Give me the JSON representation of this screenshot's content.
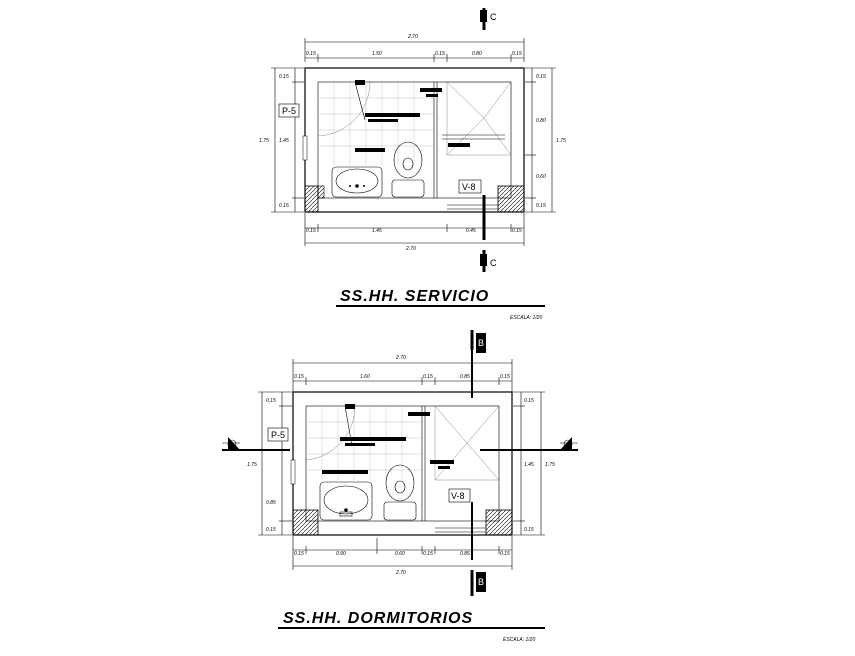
{
  "top_plan": {
    "title": "SS.HH. SERVICIO",
    "scale": "ESCALA: 1/20",
    "door_tag": "P-5",
    "window_tag": "V-8",
    "section_mark": "C",
    "dim_top_total": "2.70",
    "dim_top_parts": [
      "0.15",
      "1.50",
      "0.15",
      "0.80",
      "0.15"
    ],
    "dim_bottom_total": "2.70",
    "dim_bottom_parts": [
      "0.15",
      "1.45",
      "0.45",
      "0.15"
    ],
    "dim_left_total": "1.75",
    "dim_left_parts": [
      "0.15",
      "1.45",
      "0.15"
    ],
    "dim_right_total": "1.75",
    "dim_right_parts": [
      "0.15",
      "0.80",
      "0.60",
      "0.15"
    ]
  },
  "bottom_plan": {
    "title": "SS.HH. DORMITORIOS",
    "scale": "ESCALA: 1/20",
    "door_tag": "P-5",
    "window_tag": "V-8",
    "section_mark": "B",
    "dim_top_total": "2.70",
    "dim_top_parts": [
      "0.15",
      "1.60",
      "0.15",
      "0.85",
      "0.15"
    ],
    "dim_bottom_total": "2.70",
    "dim_bottom_parts": [
      "0.15",
      "0.90",
      "0.60",
      "0.15",
      "0.85",
      "0.15"
    ],
    "dim_left_total": "1.75",
    "dim_left_parts": [
      "0.15",
      "0.85",
      "0.15"
    ],
    "dim_right_total": "1.75",
    "dim_right_parts": [
      "0.15",
      "1.45",
      "0.15"
    ]
  }
}
